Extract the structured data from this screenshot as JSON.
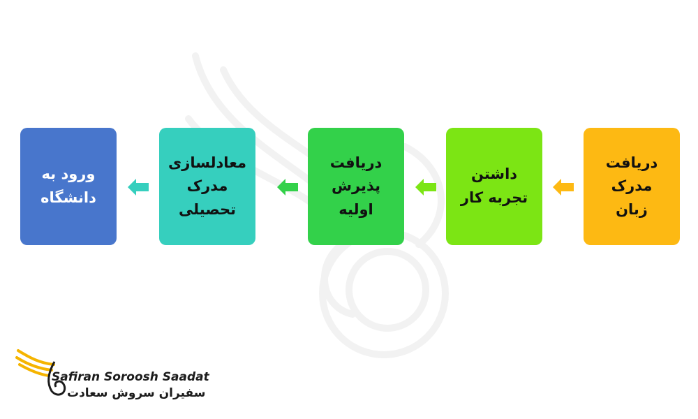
{
  "steps": [
    {
      "label": "دریافت\nمدرک\nزبان",
      "color": "#FDB913"
    },
    {
      "label": "داشتن\nتجربه کار",
      "color": "#7CE514"
    },
    {
      "label": "دریافت\nپذیرش\nاولیه",
      "color": "#33D14A"
    },
    {
      "label": "معادلسازی\nمدرک\nتحصیلی",
      "color": "#36CFBE"
    },
    {
      "label": "ورود به\nدانشگاه",
      "color": "#4876CC"
    }
  ],
  "logo": {
    "name_en": "Safiran Soroosh Saadat",
    "name_fa": "سفیران سروش سعادت",
    "accent_color": "#F5B400"
  }
}
